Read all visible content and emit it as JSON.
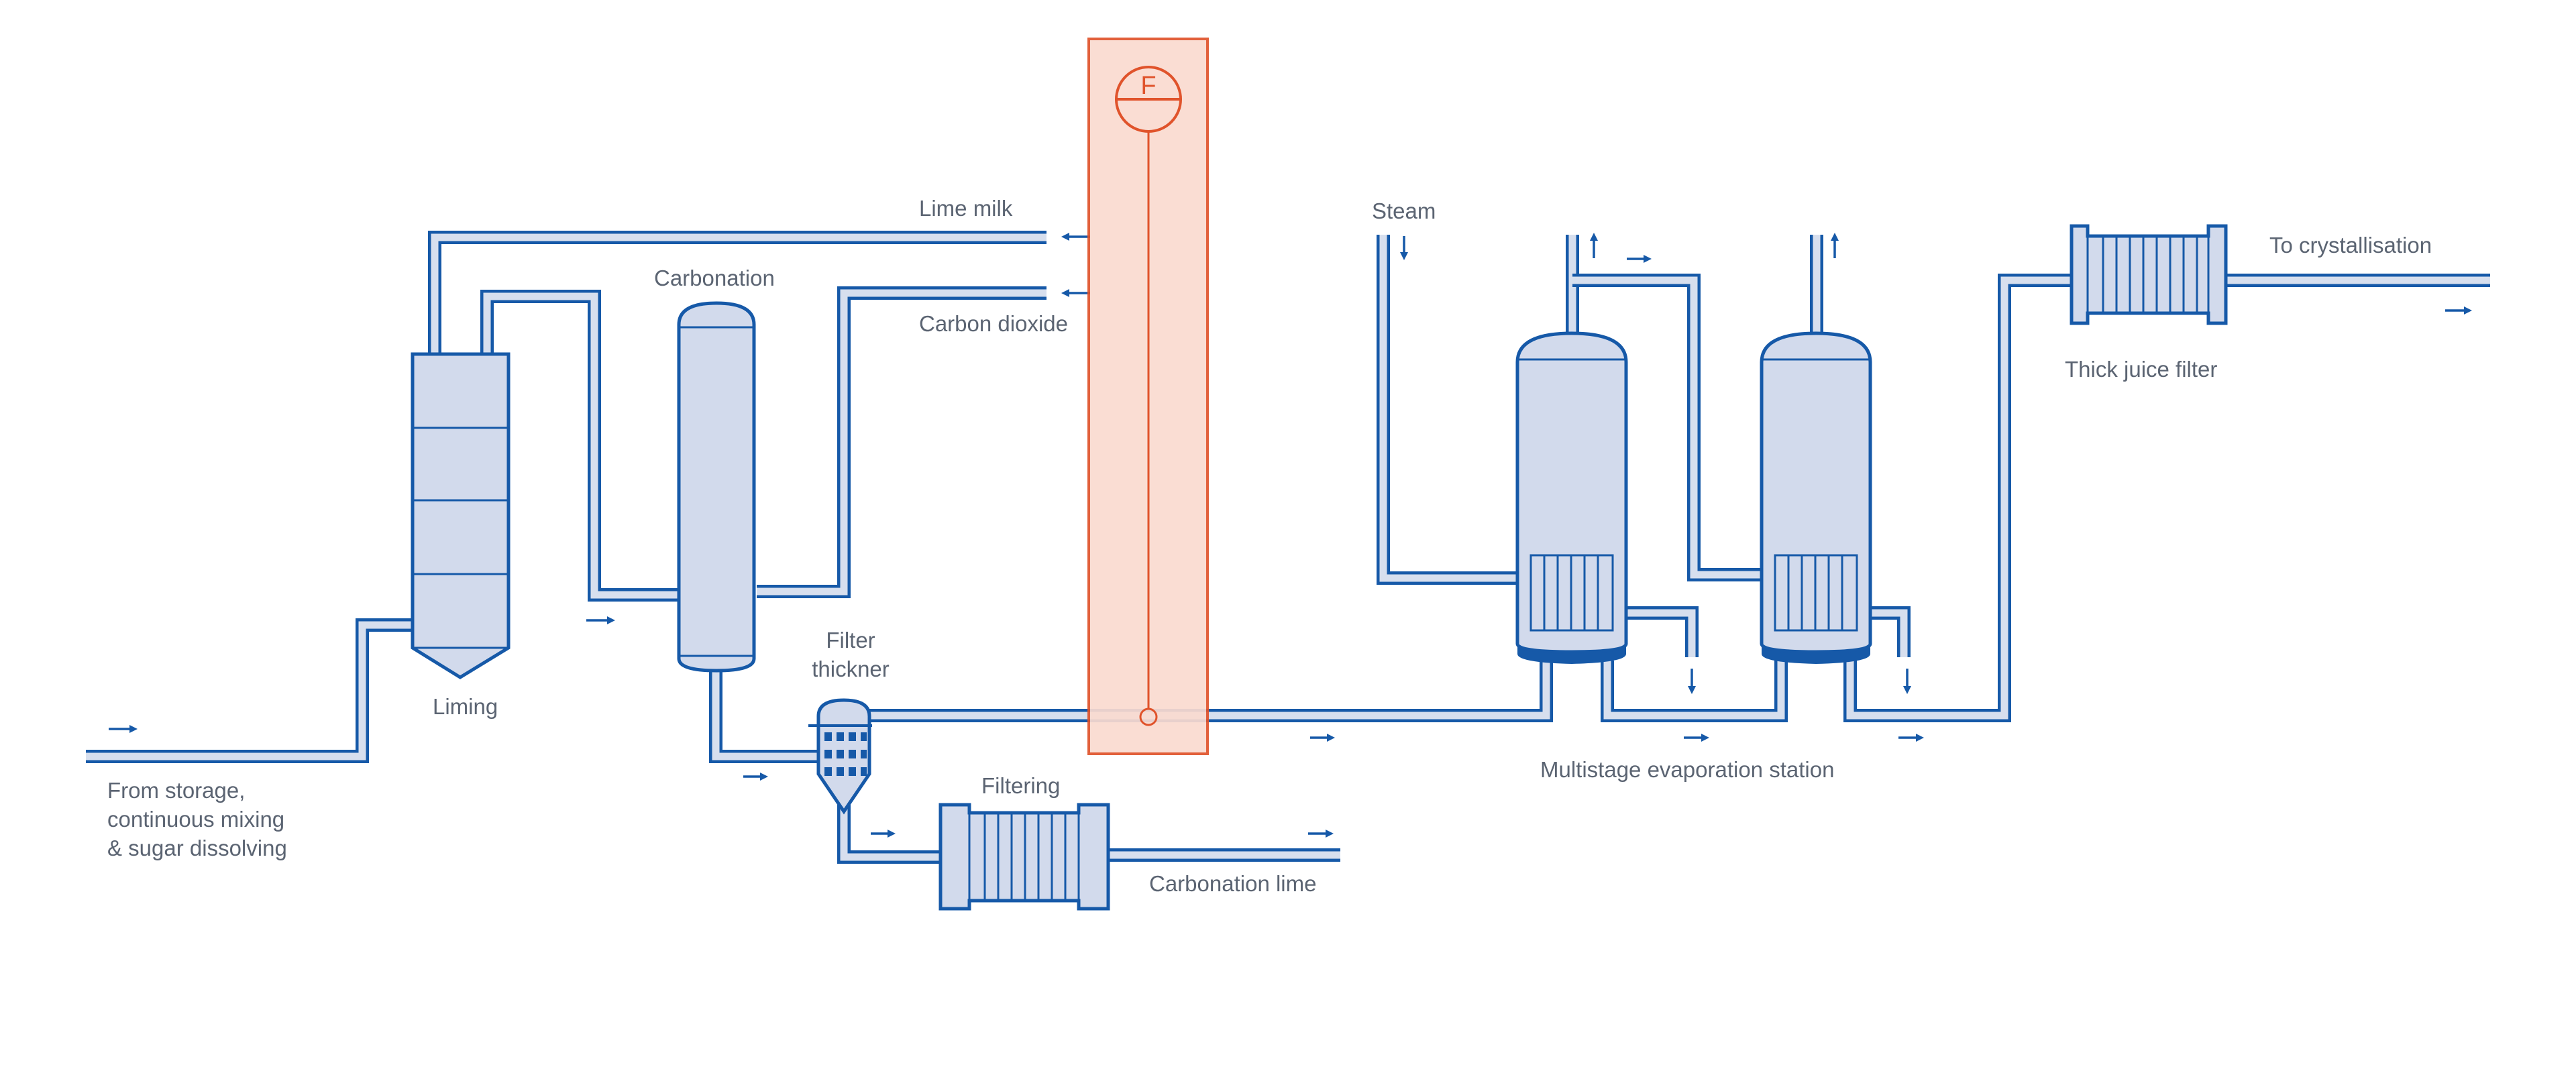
{
  "diagram": {
    "labels": {
      "lime_milk": "Lime milk",
      "carbonation": "Carbonation",
      "carbon_dioxide": "Carbon dioxide",
      "steam": "Steam",
      "to_crystallisation": "To crystallisation",
      "thick_juice_filter": "Thick juice filter",
      "liming": "Liming",
      "filter_thickner_line1": "Filter",
      "filter_thickner_line2": "thickner",
      "filtering": "Filtering",
      "carbonation_lime": "Carbonation lime",
      "multistage_evaporation_station": "Multistage evaporation station",
      "from_storage_line1": "From storage,",
      "from_storage_line2": "continuous mixing",
      "from_storage_line3": "& sugar dissolving"
    },
    "instrument": {
      "symbol": "F",
      "accent_color": "#e0532b",
      "highlight_fill": "#fadbd0"
    },
    "colors": {
      "pipe": "#1659a8",
      "pipe_fill": "#d7dfee",
      "vessel_fill": "#d2daec",
      "text": "#5b6472"
    }
  }
}
